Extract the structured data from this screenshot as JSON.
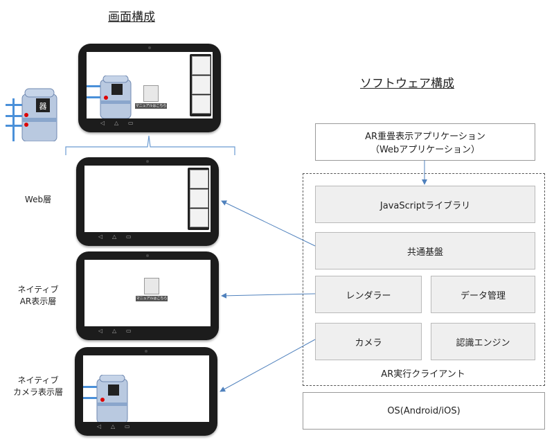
{
  "screen_title": "画面構成",
  "software_title": "ソフトウェア構成",
  "layer_labels": {
    "web": "Web層",
    "native_ar_line1": "ネイティブ",
    "native_ar_line2": "AR表示層",
    "native_camera_line1": "ネイティブ",
    "native_camera_line2": "カメラ表示層"
  },
  "app_box": {
    "line1": "AR重畳表示アプリケーション",
    "line2": "（Webアプリケーション）"
  },
  "client": {
    "label": "AR実行クライアント",
    "javascript": "JavaScriptライブラリ",
    "common": "共通基盤",
    "renderer": "レンダラー",
    "data": "データ管理",
    "camera": "カメラ",
    "recognition": "認識エンジン"
  },
  "os": "OS(Android/iOS)",
  "manual_label": "マニュアルはこちら",
  "marker_glyph": "器",
  "colors": {
    "arrow": "#4f81bd",
    "box_fill": "#efefef",
    "tablet": "#1c1c1c"
  },
  "icons": [
    "calendar-icon",
    "wireless-icon",
    "book-icon",
    "document-icon"
  ]
}
